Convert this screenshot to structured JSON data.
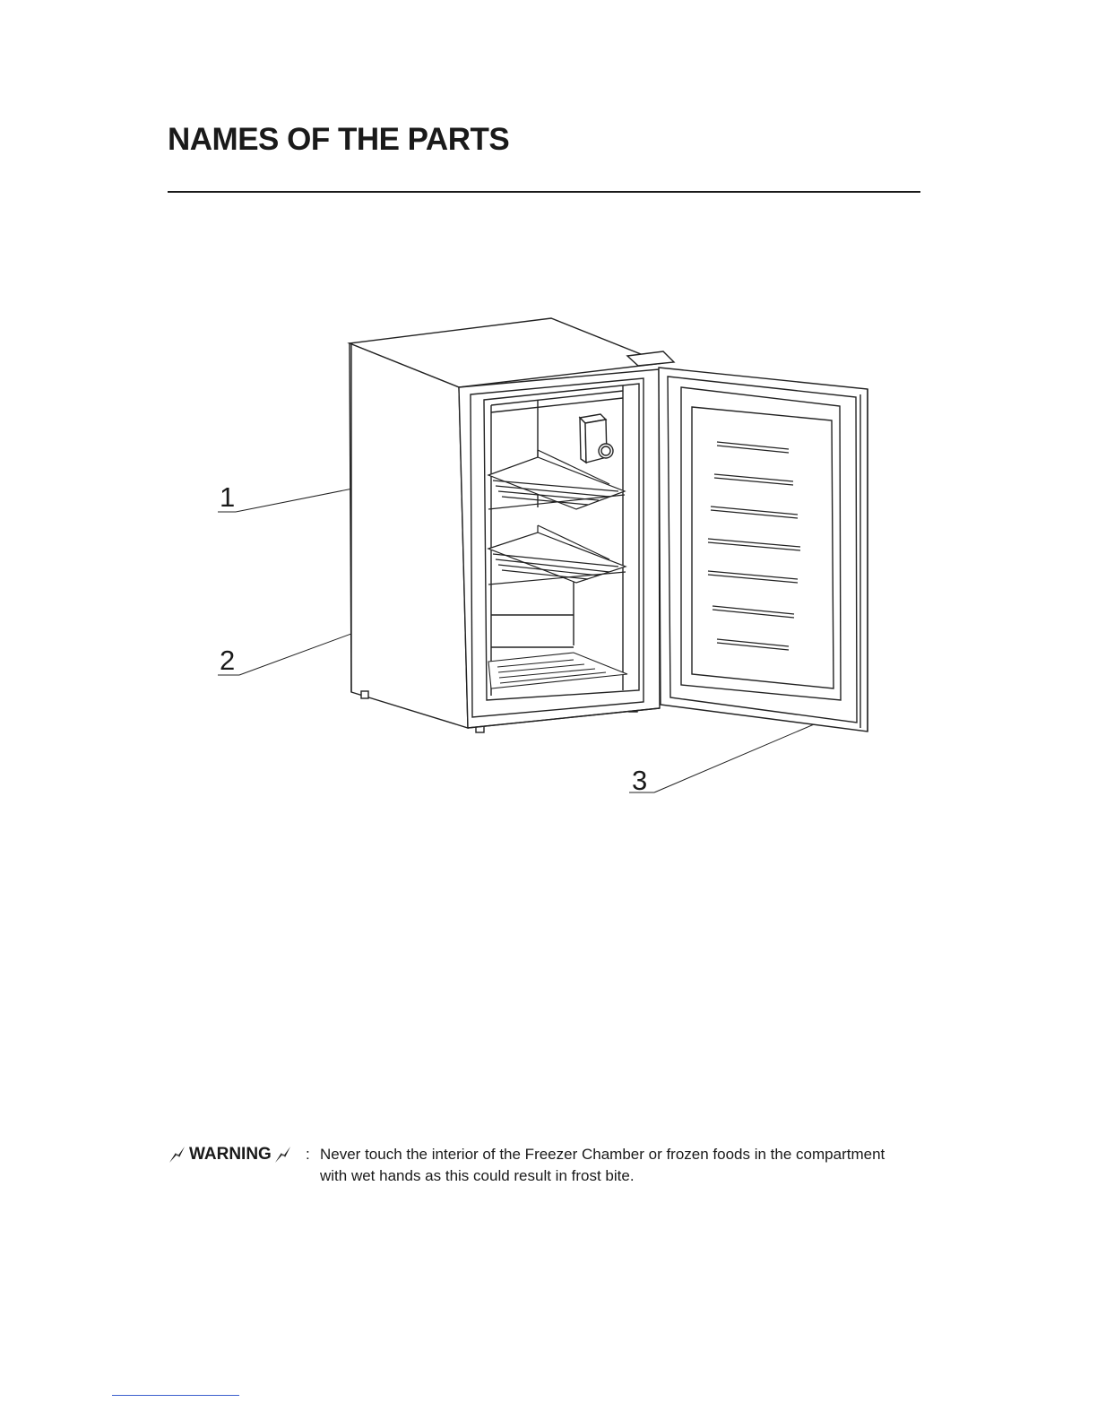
{
  "page": {
    "title": "NAMES OF THE PARTS"
  },
  "diagram": {
    "callouts": [
      {
        "number": "1"
      },
      {
        "number": "2"
      },
      {
        "number": "3"
      }
    ]
  },
  "warning": {
    "label": "WARNING",
    "icon": "lightning-bolt-icon",
    "separator": ":",
    "text": "Never touch the interior of the Freezer Chamber or frozen foods in the compartment with wet hands as this could result in frost bite."
  },
  "colors": {
    "text": "#1a1a1a",
    "link_underline": "#3a5fcd"
  }
}
